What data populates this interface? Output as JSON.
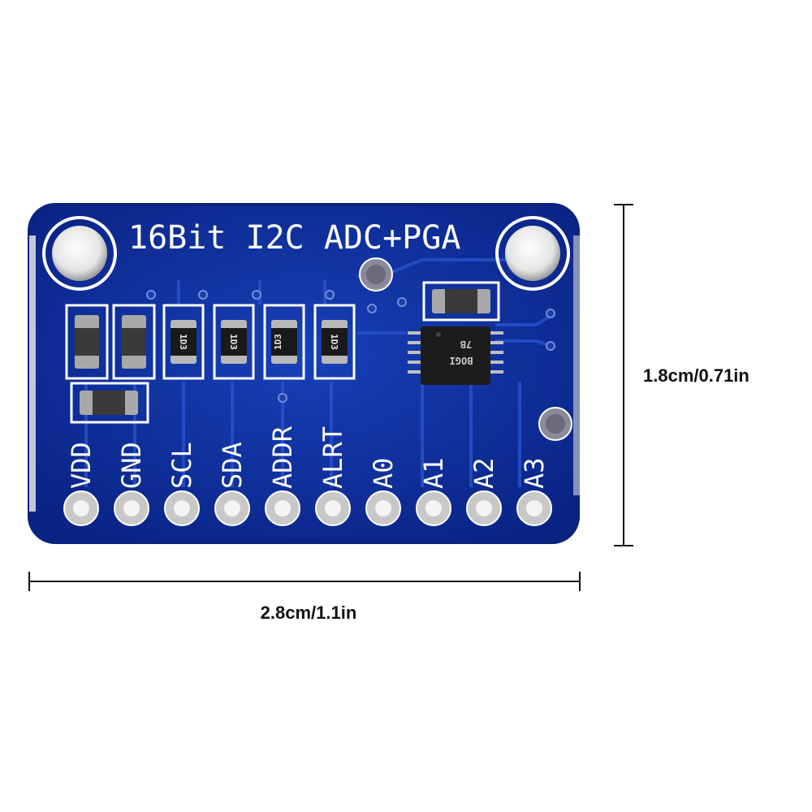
{
  "board": {
    "title": "16Bit I2C ADC+PGA",
    "pins": [
      "VDD",
      "GND",
      "SCL",
      "SDA",
      "ADDR",
      "ALRT",
      "A0",
      "A1",
      "A2",
      "A3"
    ],
    "resistor_code": "1D3",
    "chip_code_top": "7B",
    "chip_code_bottom": "BOGI",
    "colors": {
      "pcb": "#0b2a8f",
      "silkscreen": "#ffffff",
      "pad": "#c8c8c8"
    }
  },
  "dimensions": {
    "height_label": "1.8cm/0.71in",
    "width_label": "2.8cm/1.1in"
  }
}
